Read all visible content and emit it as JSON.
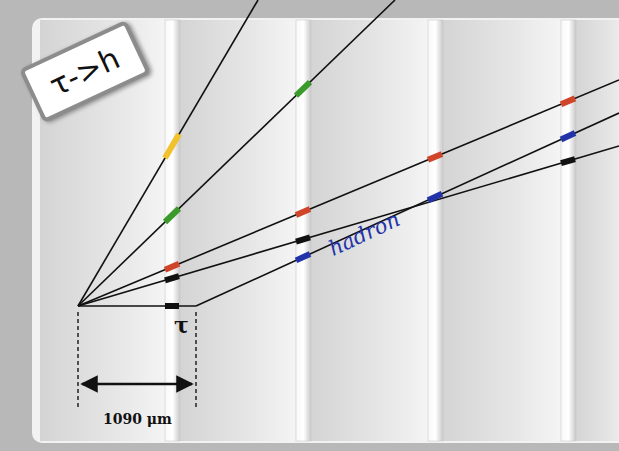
{
  "diagram": {
    "nodes": [
      {
        "text": [
          "τ->h"
        ]
      }
    ],
    "labels": [
      "τ",
      "hadron",
      "1090 μm"
    ]
  }
}
